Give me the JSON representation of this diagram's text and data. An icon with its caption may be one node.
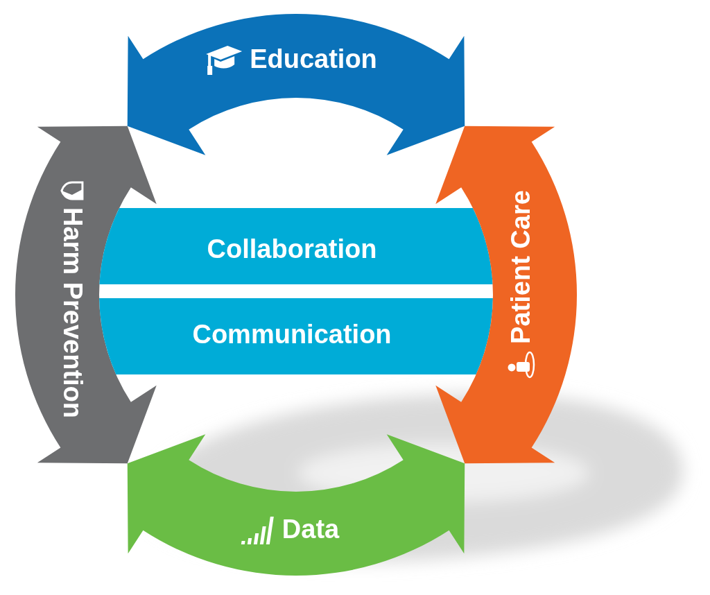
{
  "diagram": {
    "nodes": [
      {
        "text": [
          "Education"
        ]
      },
      {
        "text": [
          "Harm Prevention"
        ]
      },
      {
        "text": [
          "Collaboration"
        ]
      },
      {
        "text": [
          "Communication"
        ]
      },
      {
        "text": [
          "Patient Care"
        ]
      },
      {
        "text": [
          "Data"
        ]
      }
    ]
  }
}
